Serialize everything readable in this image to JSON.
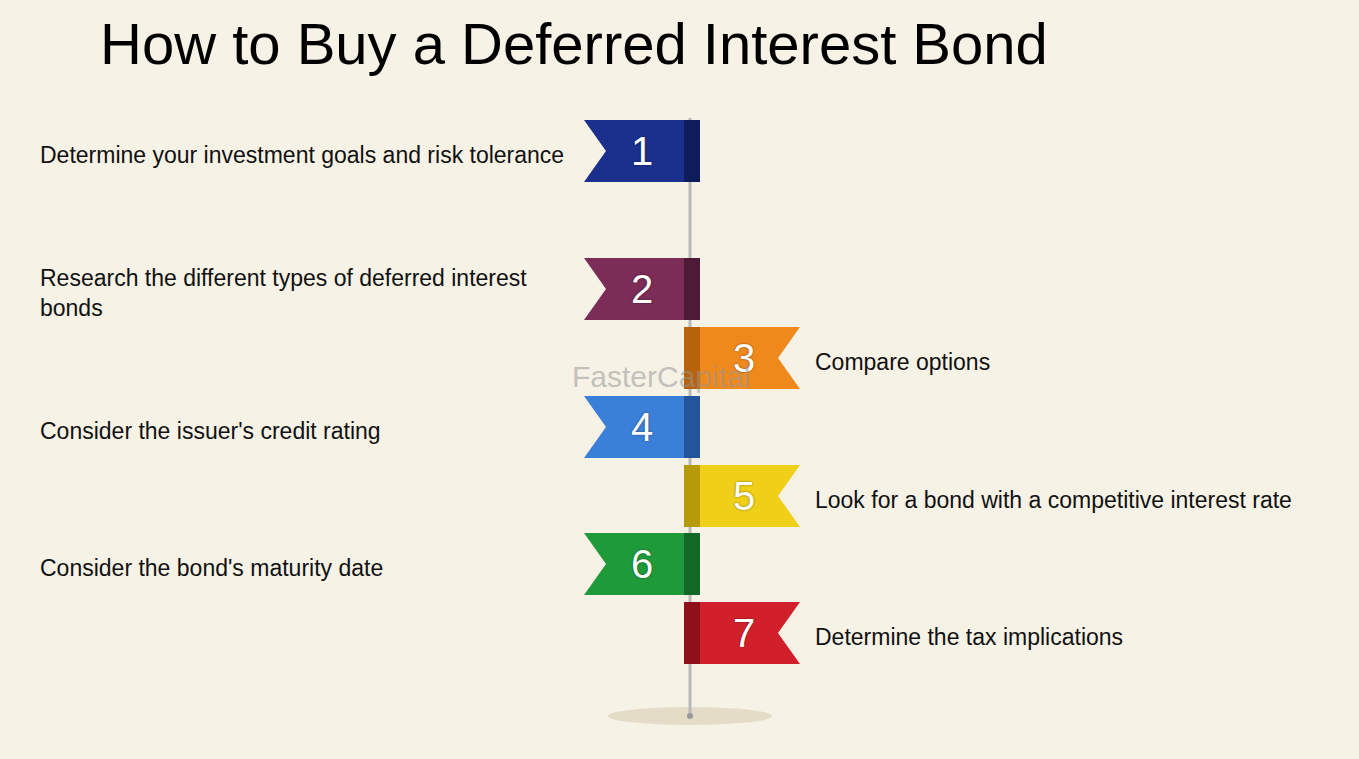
{
  "diagram": {
    "title": "How to Buy a Deferred Interest Bond",
    "nodes": [
      {
        "text": [
          "1",
          "Determine your investment goals and risk tolerance"
        ]
      },
      {
        "text": [
          "2",
          "Research the different types of deferred interest bonds"
        ]
      },
      {
        "text": [
          "3",
          "Compare options"
        ]
      },
      {
        "text": [
          "4",
          "Consider the issuer's credit rating"
        ]
      },
      {
        "text": [
          "5",
          "Look for a bond with a competitive interest rate"
        ]
      },
      {
        "text": [
          "6",
          "Consider the bond's maturity date"
        ]
      },
      {
        "text": [
          "7",
          "Determine the tax implications"
        ]
      }
    ],
    "labels": [
      "FasterCapital"
    ]
  }
}
